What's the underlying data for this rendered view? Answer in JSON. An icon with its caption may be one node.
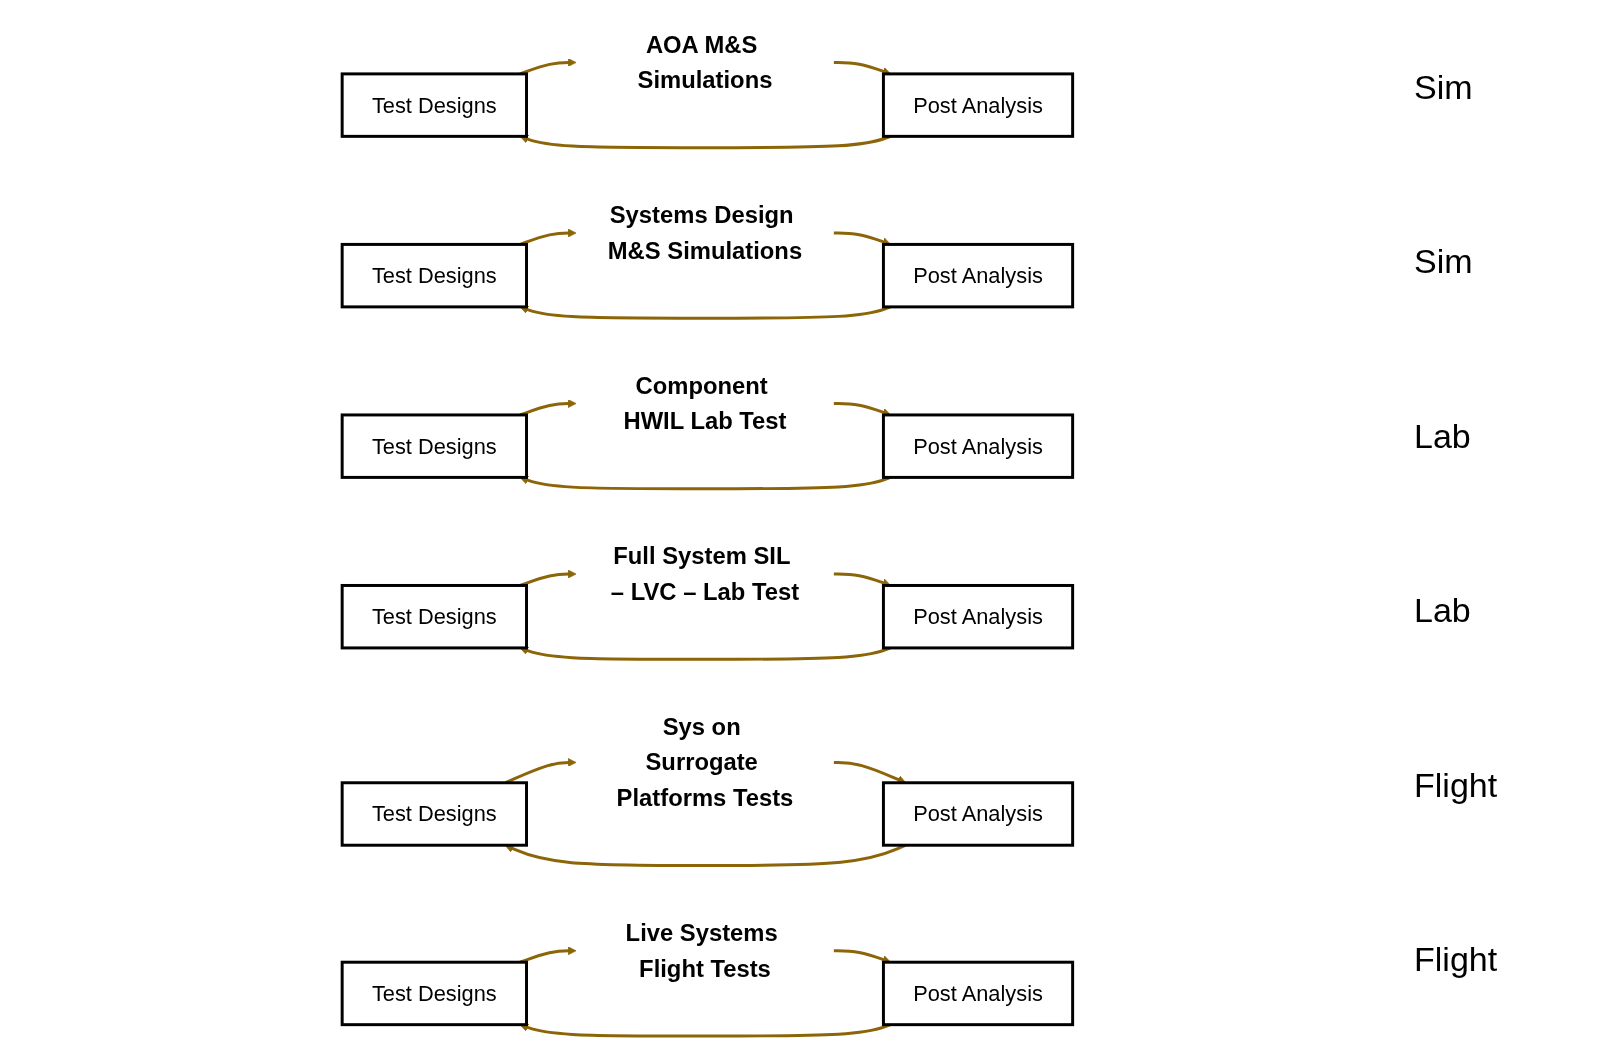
{
  "diagram": {
    "nodes": [
      {
        "text": [
          "Test Designs"
        ]
      },
      {
        "text": [
          "AOA M&S Simulations"
        ]
      },
      {
        "text": [
          "Post Analysis"
        ]
      },
      {
        "text": [
          "Test Designs"
        ]
      },
      {
        "text": [
          "Systems Design M&S Simulations"
        ]
      },
      {
        "text": [
          "Post Analysis"
        ]
      },
      {
        "text": [
          "Test Designs"
        ]
      },
      {
        "text": [
          "Component HWIL Lab Test"
        ]
      },
      {
        "text": [
          "Post Analysis"
        ]
      },
      {
        "text": [
          "Test Designs"
        ]
      },
      {
        "text": [
          "Full System SIL – LVC – Lab Test"
        ]
      },
      {
        "text": [
          "Post Analysis"
        ]
      },
      {
        "text": [
          "Test Designs"
        ]
      },
      {
        "text": [
          "Sys on Surrogate Platforms Tests"
        ]
      },
      {
        "text": [
          "Post Analysis"
        ]
      },
      {
        "text": [
          "Test Designs"
        ]
      },
      {
        "text": [
          "Live Systems Flight Tests"
        ]
      },
      {
        "text": [
          "Post Analysis"
        ]
      }
    ],
    "edges": [
      {
        "from": 0,
        "to": 1,
        "arrow": "to"
      },
      {
        "from": 1,
        "to": 2,
        "arrow": "to"
      },
      {
        "from": 2,
        "to": 0,
        "arrow": "to"
      },
      {
        "from": 3,
        "to": 4,
        "arrow": "to"
      },
      {
        "from": 4,
        "to": 5,
        "arrow": "to"
      },
      {
        "from": 5,
        "to": 3,
        "arrow": "to"
      },
      {
        "from": 6,
        "to": 7,
        "arrow": "to"
      },
      {
        "from": 7,
        "to": 8,
        "arrow": "to"
      },
      {
        "from": 8,
        "to": 6,
        "arrow": "to"
      },
      {
        "from": 9,
        "to": 10,
        "arrow": "to"
      },
      {
        "from": 10,
        "to": 11,
        "arrow": "to"
      },
      {
        "from": 11,
        "to": 9,
        "arrow": "to"
      },
      {
        "from": 12,
        "to": 13,
        "arrow": "to"
      },
      {
        "from": 13,
        "to": 14,
        "arrow": "to"
      },
      {
        "from": 14,
        "to": 12,
        "arrow": "to"
      },
      {
        "from": 15,
        "to": 16,
        "arrow": "to"
      },
      {
        "from": 16,
        "to": 17,
        "arrow": "to"
      },
      {
        "from": 17,
        "to": 15,
        "arrow": "to"
      }
    ],
    "labels": [
      "Sim",
      "Sim",
      "Lab",
      "Lab",
      "Flight",
      "Flight"
    ]
  }
}
